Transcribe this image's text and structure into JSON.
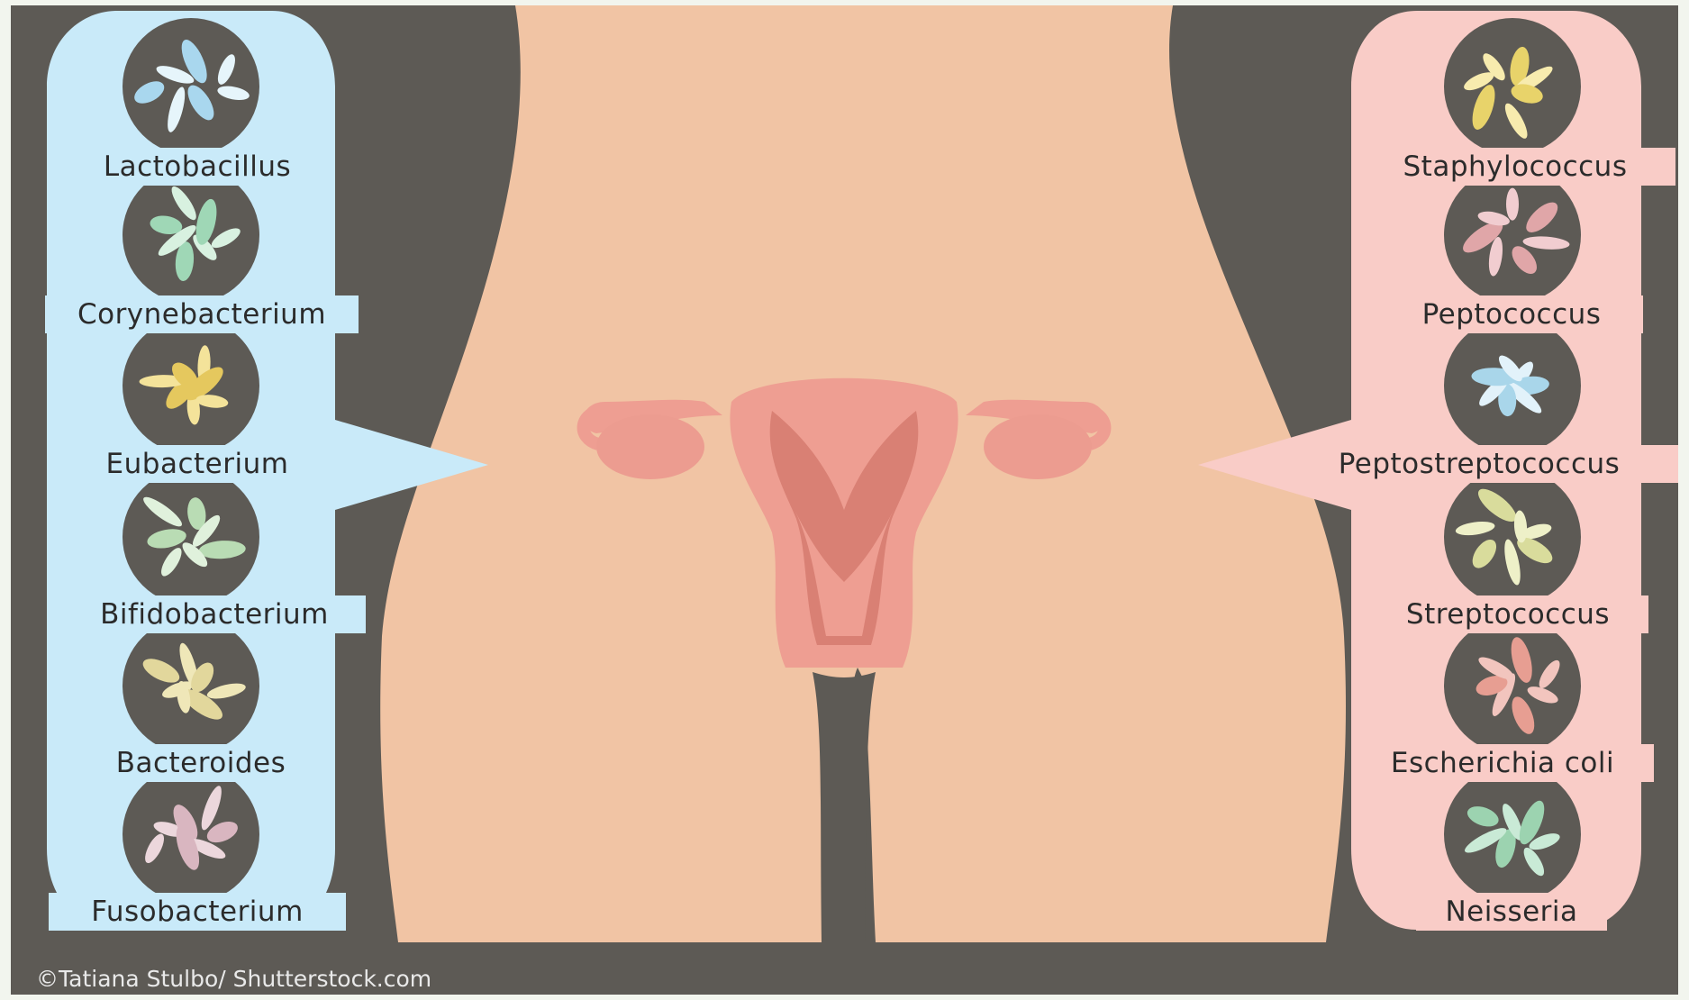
{
  "figure": {
    "left_bacteria": [
      {
        "name": "Lactobacillus",
        "icon": "rod-bacteria-icon"
      },
      {
        "name": "Corynebacterium",
        "icon": "club-bacteria-icon"
      },
      {
        "name": "Eubacterium",
        "icon": "flagellated-bacterium-icon"
      },
      {
        "name": "Bifidobacterium",
        "icon": "branched-bacteria-icon"
      },
      {
        "name": "Bacteroides",
        "icon": "curved-rod-bacteria-icon"
      },
      {
        "name": "Fusobacterium",
        "icon": "filament-bacteria-icon"
      }
    ],
    "right_bacteria": [
      {
        "name": "Staphylococcus",
        "icon": "cluster-cocci-icon"
      },
      {
        "name": "Peptococcus",
        "icon": "chain-cocci-icon"
      },
      {
        "name": "Peptostreptococcus",
        "icon": "cocci-chain-cluster-icon"
      },
      {
        "name": "Streptococcus",
        "icon": "long-chain-cocci-icon"
      },
      {
        "name": "Escherichia coli",
        "icon": "flagellated-rod-icon"
      },
      {
        "name": "Neisseria",
        "icon": "diplococcus-icon"
      }
    ],
    "credit": "©Tatiana Stulbo/ Shutterstock.com",
    "colors": {
      "background": "#5d5a55",
      "skin": "#f1c4a4",
      "left_panel": "#c9eaf9",
      "right_panel": "#f9ccc7",
      "uterus": "#ee9e92",
      "uterus_dark": "#d98074"
    }
  }
}
